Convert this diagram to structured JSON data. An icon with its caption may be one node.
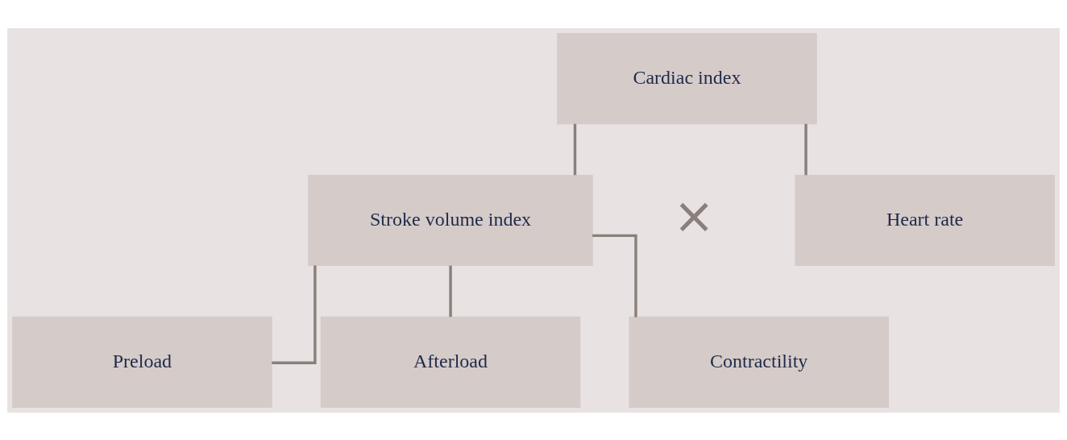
{
  "diagram": {
    "nodes": [
      {
        "text": [
          "Cardiac index"
        ]
      },
      {
        "text": [
          "Stroke volume index"
        ]
      },
      {
        "text": [
          "Heart rate"
        ]
      },
      {
        "text": [
          "Preload"
        ]
      },
      {
        "text": [
          "Afterload"
        ]
      },
      {
        "text": [
          "Contractility"
        ]
      }
    ],
    "edges": [
      {
        "from": 0,
        "to": 1,
        "arrow": "none"
      },
      {
        "from": 0,
        "to": 2,
        "arrow": "none"
      },
      {
        "from": 1,
        "to": 3,
        "arrow": "none"
      },
      {
        "from": 1,
        "to": 4,
        "arrow": "none"
      },
      {
        "from": 1,
        "to": 5,
        "arrow": "none"
      }
    ],
    "labels": [
      "×"
    ]
  }
}
